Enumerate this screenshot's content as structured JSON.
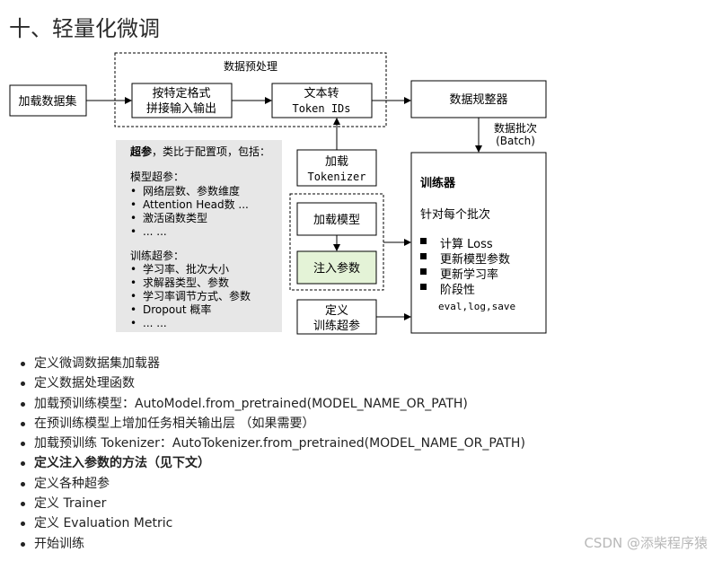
{
  "page": {
    "title": "十、轻量化微调",
    "watermark": "CSDN @添柴程序猿"
  },
  "diagram": {
    "preprocess_group": "数据预处理",
    "load_dataset": "加载数据集",
    "format_line1": "按特定格式",
    "format_line2": "拼接输入输出",
    "to_ids_line1": "文本转",
    "to_ids_line2": "Token IDs",
    "collator": "数据规整器",
    "batch_line1": "数据批次",
    "batch_line2": "(Batch)",
    "load_tokenizer_line1": "加载",
    "load_tokenizer_line2": "Tokenizer",
    "load_model": "加载模型",
    "inject_params": "注入参数",
    "define_line1": "定义",
    "define_line2": "训练超参",
    "trainer": {
      "title": "训练器",
      "per_batch": "针对每个批次",
      "items": [
        "计算 Loss",
        "更新模型参数",
        "更新学习率",
        "阶段性"
      ],
      "subitem": "eval,log,save"
    },
    "hyper_box": {
      "title_bold": "超参",
      "title_rest": "，类比于配置项，包括：",
      "model_heading": "模型超参：",
      "model_items": [
        "网络层数、参数维度",
        "Attention Head数 ...",
        "激活函数类型",
        "... ..."
      ],
      "train_heading": "训练超参：",
      "train_items": [
        "学习率、批次大小",
        "求解器类型、参数",
        "学习率调节方式、参数",
        "Dropout 概率",
        "... ..."
      ]
    },
    "colors": {
      "inject_fill": "#e4f3d7",
      "hyper_fill": "#e7e7e7",
      "stroke": "#000000"
    }
  },
  "bullets": [
    {
      "text": "定义微调数据集加载器",
      "bold": false
    },
    {
      "text": "定义数据处理函数",
      "bold": false
    },
    {
      "text": "加载预训练模型：AutoModel.from_pretrained(MODEL_NAME_OR_PATH)",
      "bold": false
    },
    {
      "text": "在预训练模型上增加任务相关输出层 （如果需要）",
      "bold": false
    },
    {
      "text": "加载预训练 Tokenizer：AutoTokenizer.from_pretrained(MODEL_NAME_OR_PATH)",
      "bold": false
    },
    {
      "text": "定义注入参数的方法（见下文）",
      "bold": true
    },
    {
      "text": "定义各种超参",
      "bold": false
    },
    {
      "text": "定义 Trainer",
      "bold": false
    },
    {
      "text": "定义 Evaluation Metric",
      "bold": false
    },
    {
      "text": "开始训练",
      "bold": false
    }
  ]
}
